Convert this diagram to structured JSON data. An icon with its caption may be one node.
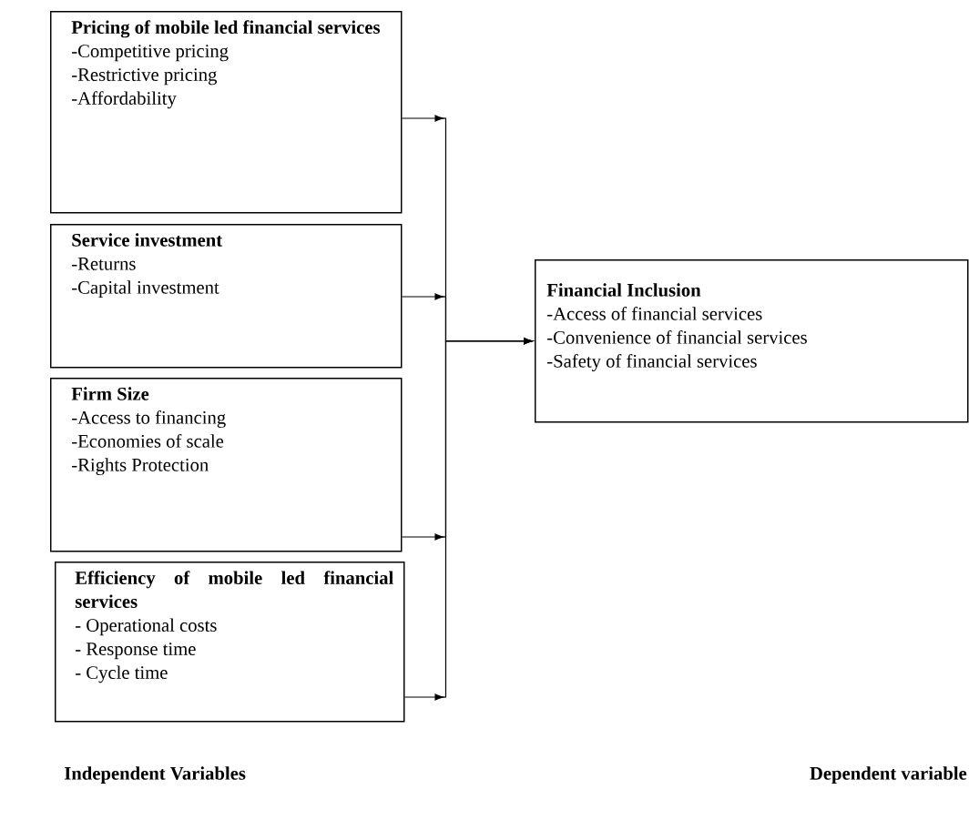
{
  "diagram": {
    "nodes": [
      {
        "text": [
          "Pricing of mobile led financial services",
          "-Competitive pricing",
          "-Restrictive pricing",
          "-Affordability"
        ]
      },
      {
        "text": [
          "Service investment",
          "-Returns",
          "-Capital investment"
        ]
      },
      {
        "text": [
          "Firm Size",
          "-Access to financing",
          "-Economies of scale",
          "-Rights Protection"
        ]
      },
      {
        "text": [
          "Efficiency of mobile led financial services",
          "- Operational costs",
          "- Response time",
          "- Cycle time"
        ]
      },
      {
        "text": [
          "Financial Inclusion",
          "-Access of financial services",
          "-Convenience of financial services",
          "-Safety of financial services"
        ]
      }
    ],
    "edges": [
      {
        "from": 0,
        "to": 4,
        "arrow": "to"
      },
      {
        "from": 1,
        "to": 4,
        "arrow": "to"
      },
      {
        "from": 2,
        "to": 4,
        "arrow": "to"
      },
      {
        "from": 3,
        "to": 4,
        "arrow": "to"
      }
    ],
    "labels": [
      "Independent Variables",
      "Dependent variable"
    ]
  }
}
